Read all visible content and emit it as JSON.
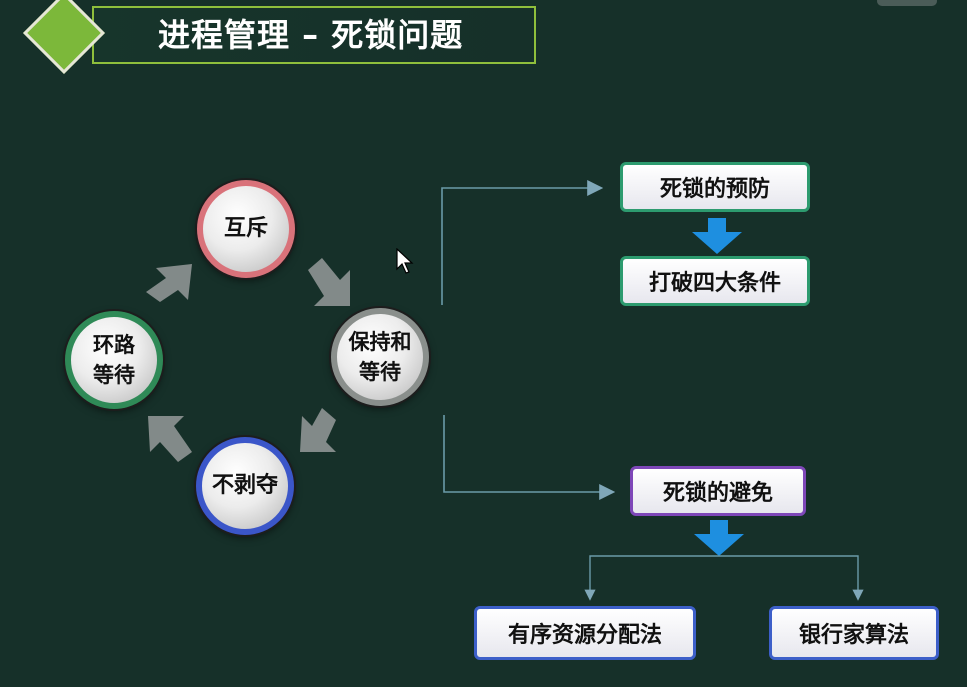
{
  "title": "进程管理 – 死锁问题",
  "conditions": {
    "mutex": "互斥",
    "hold_wait": "保持和\n等待",
    "no_preempt": "不剥夺",
    "circular_wait": "环路\n等待"
  },
  "prevention": {
    "label": "死锁的预防",
    "method": "打破四大条件"
  },
  "avoidance": {
    "label": "死锁的避免",
    "methods": [
      "有序资源分配法",
      "银行家算法"
    ]
  },
  "colors": {
    "background": "#163029",
    "accent_green": "#7cb83a",
    "mutex_ring": "#d9727a",
    "hold_ring": "#8a8f8c",
    "nopreempt_ring": "#3b56c9",
    "circular_ring": "#2f8a57",
    "prevent_border": "#2d9b6f",
    "avoid_border": "#7e47b8",
    "method_border": "#3d5fc9",
    "arrow_blue": "#1e8fe0"
  }
}
